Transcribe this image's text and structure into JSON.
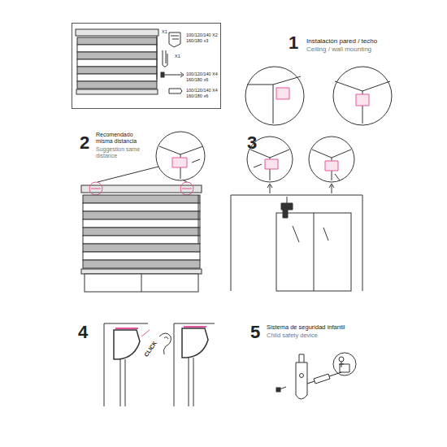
{
  "diagram": {
    "nodes": [
      {
        "text": [
          "X1",
          "100/120/140 X2",
          "160/180 x3",
          "X1",
          "100/120/140 X4",
          "160/180 x6",
          "100/120/140 X4",
          "160/180 x6"
        ]
      }
    ],
    "labels": [
      "1",
      "Instalación pared / techo",
      "Ceiling / wall mounting",
      "2",
      "Recomendado misma distancia",
      "Suggestion same distance",
      "3",
      "4",
      "CLICK",
      "5",
      "Sistema de seguridad infantil",
      "Child safety device"
    ]
  }
}
